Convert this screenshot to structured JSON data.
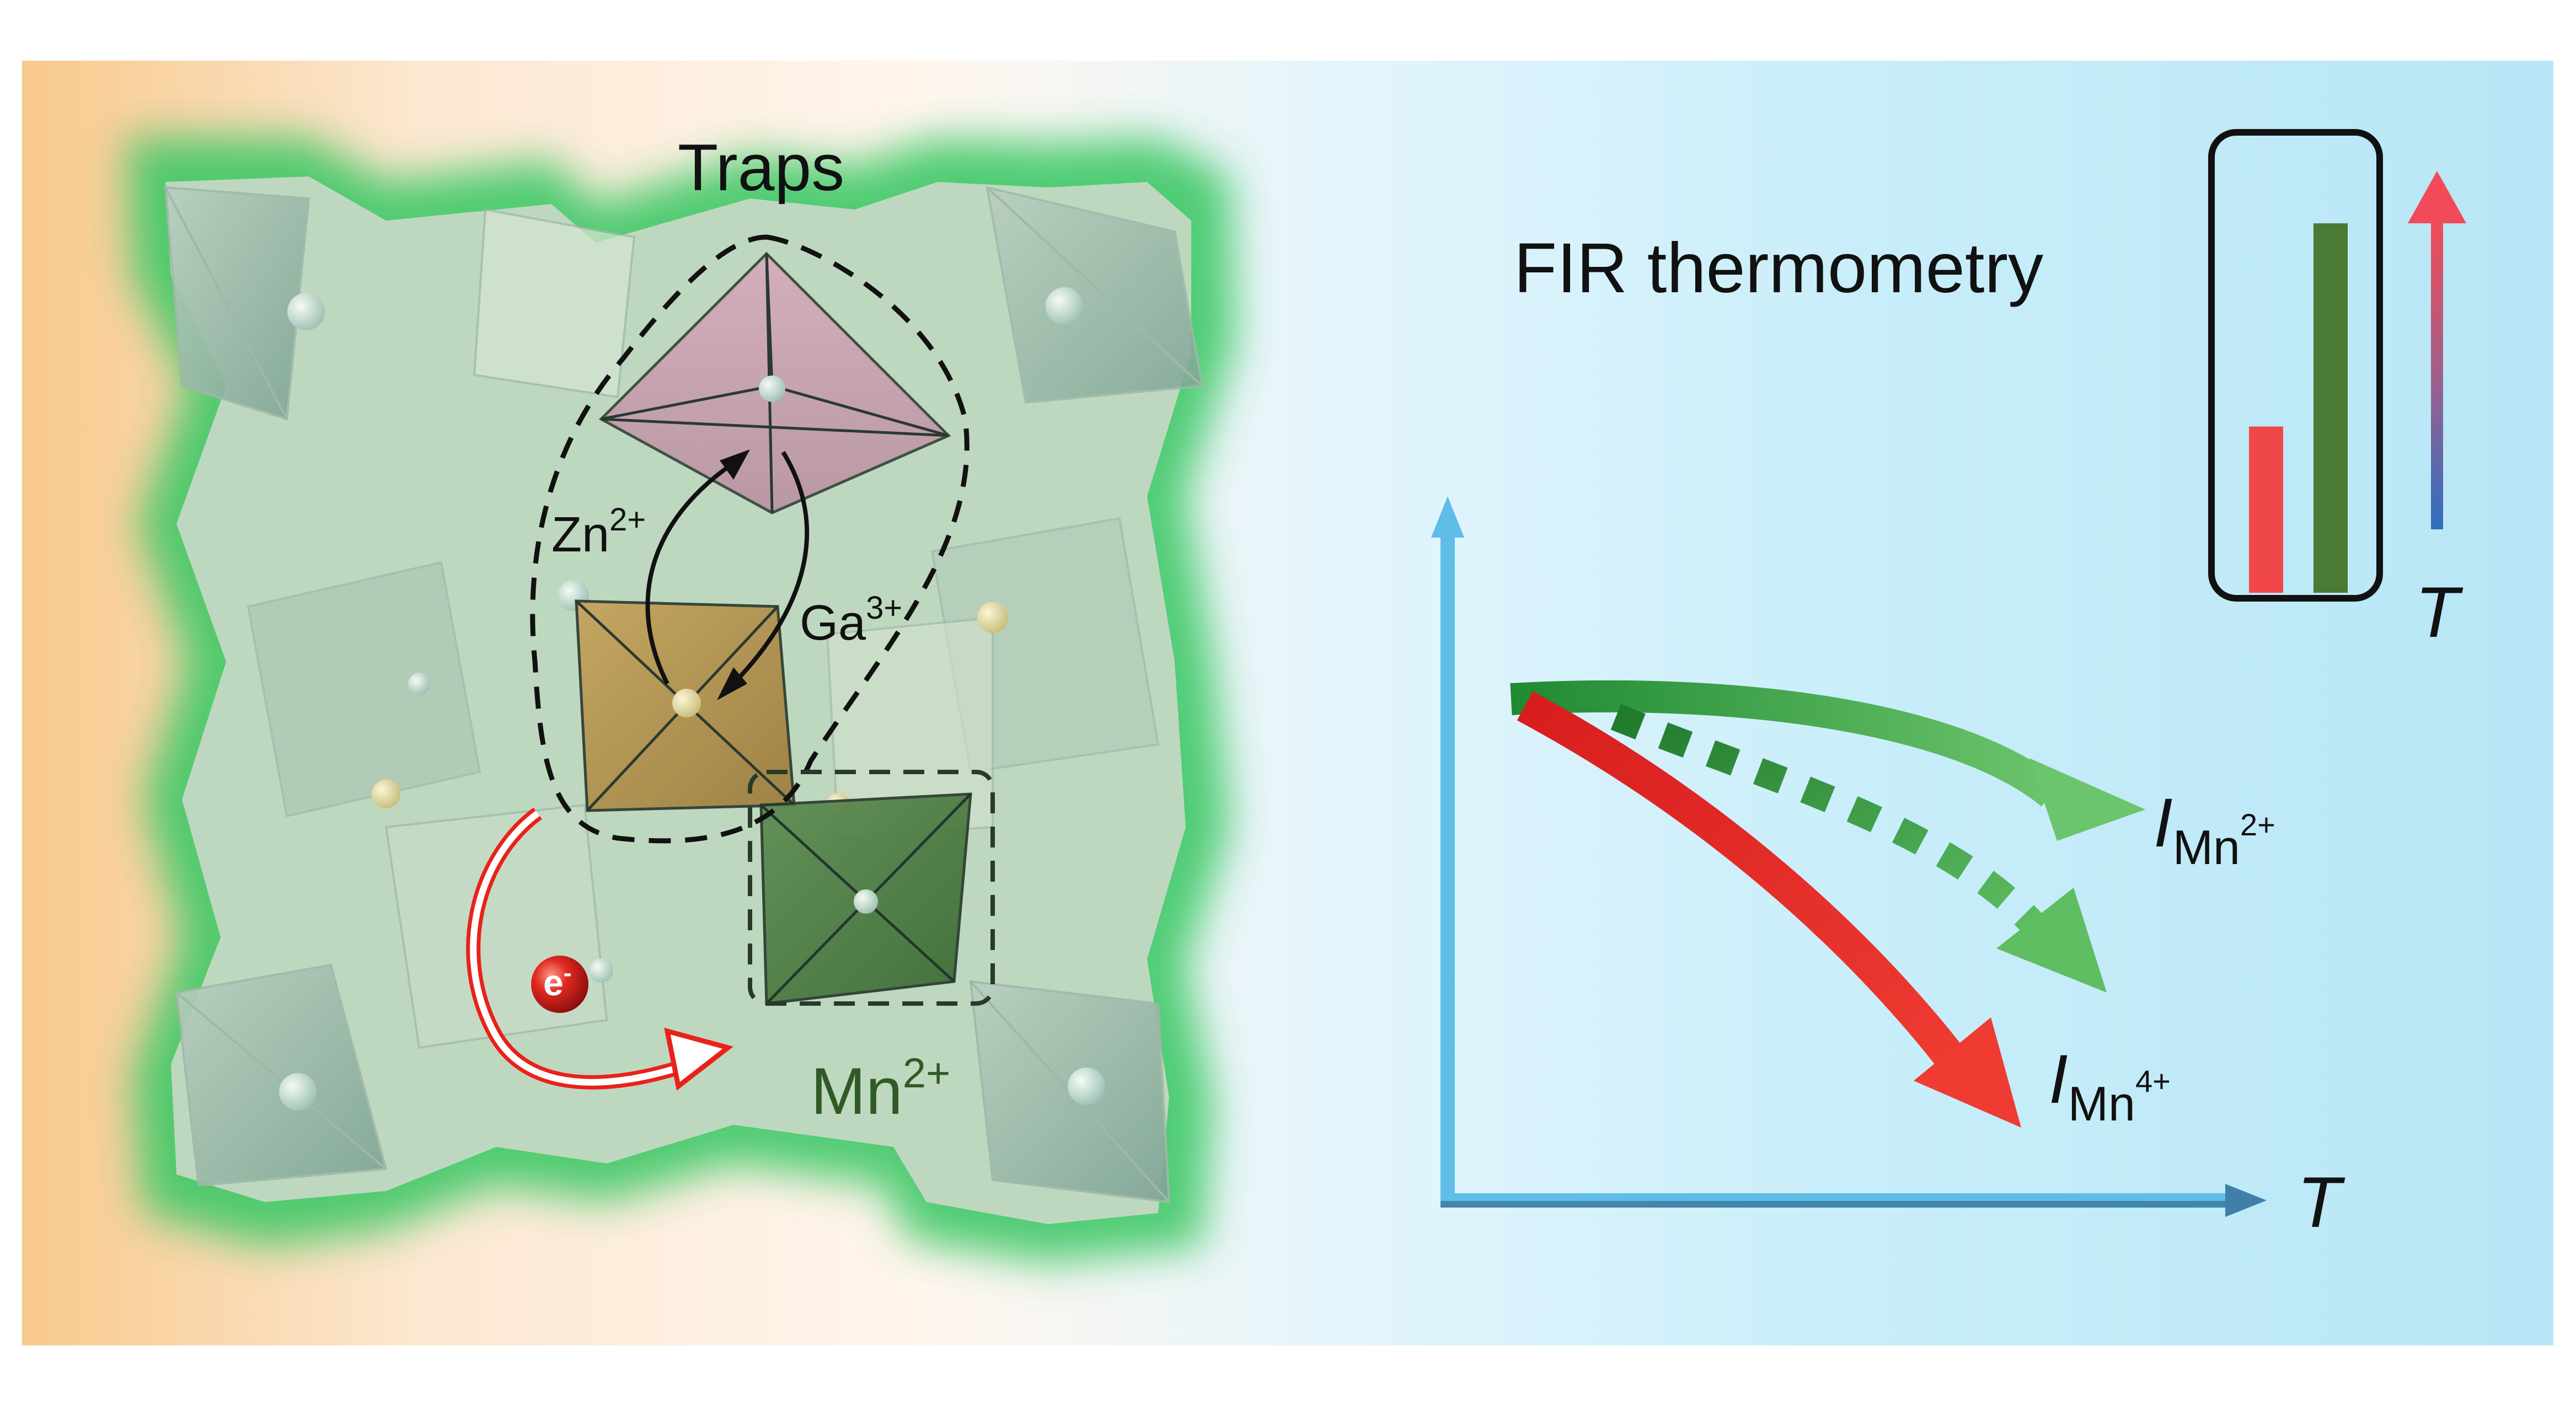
{
  "labels": {
    "traps": "Traps",
    "zn": "Zn",
    "zn_charge": "2+",
    "ga": "Ga",
    "ga_charge": "3+",
    "mn": "Mn",
    "mn_charge": "2+",
    "electron": "e",
    "electron_charge": "-",
    "fir_title": "FIR thermometry",
    "temp_symbol": "T",
    "axis_x": "T",
    "curve_mn2_I": "I",
    "curve_mn2_sub": "Mn",
    "curve_mn2_sup": "2+",
    "curve_mn4_I": "I",
    "curve_mn4_sub": "Mn",
    "curve_mn4_sup": "4+"
  },
  "inset_bars": [
    {
      "name": "red",
      "value": 0.45,
      "color": "#f04848"
    },
    {
      "name": "green",
      "value": 1.0,
      "color": "#4a7a34"
    }
  ],
  "colors": {
    "left_bg": "#f9cf98",
    "right_bg": "#bfe9f7",
    "glow": "#3ec866",
    "red_curve": "#e22a22",
    "green_curve": "#2f9a3e",
    "axis": "#5fbde8",
    "arrow_hot": "#f04455",
    "arrow_cold": "#2f78c4"
  }
}
